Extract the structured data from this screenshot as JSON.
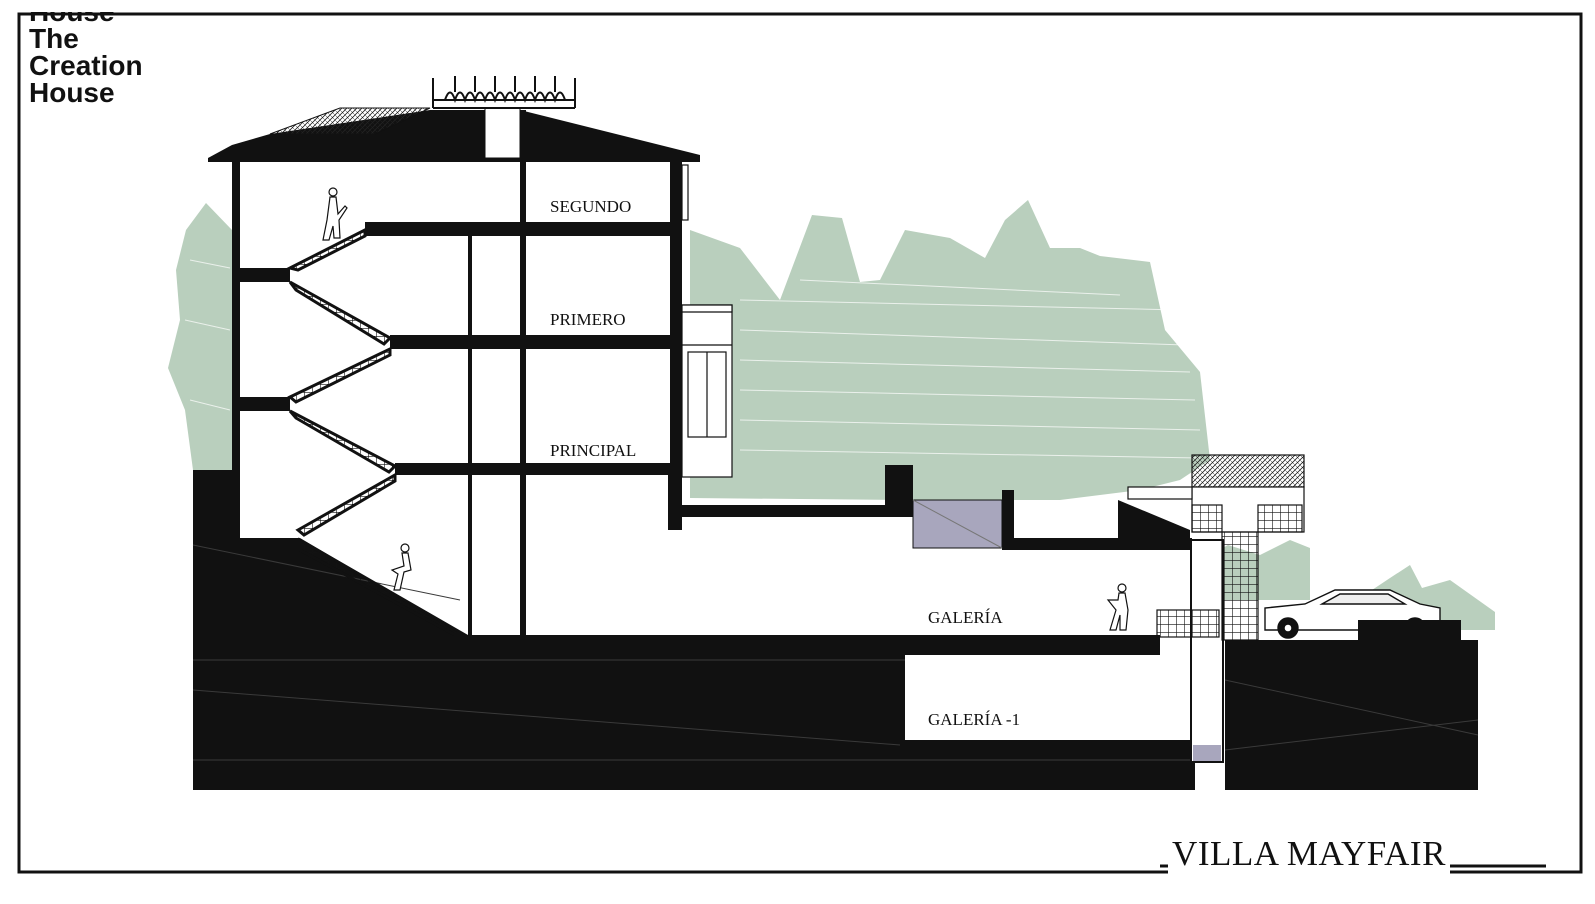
{
  "brand": {
    "lines": [
      "House",
      "The",
      "Creation",
      "House"
    ]
  },
  "floors": {
    "segundo": "SEGUNDO",
    "primero": "PRIMERO",
    "principal": "PRINCIPAL",
    "galeria": "GALERÍA",
    "galeria_minus_1": "GALERÍA -1"
  },
  "title": "VILLA MAYFAIR",
  "colors": {
    "section_fill": "#111111",
    "vegetation": "#b9cfbd",
    "water": "#a8a6bd",
    "frame": "#111111"
  }
}
